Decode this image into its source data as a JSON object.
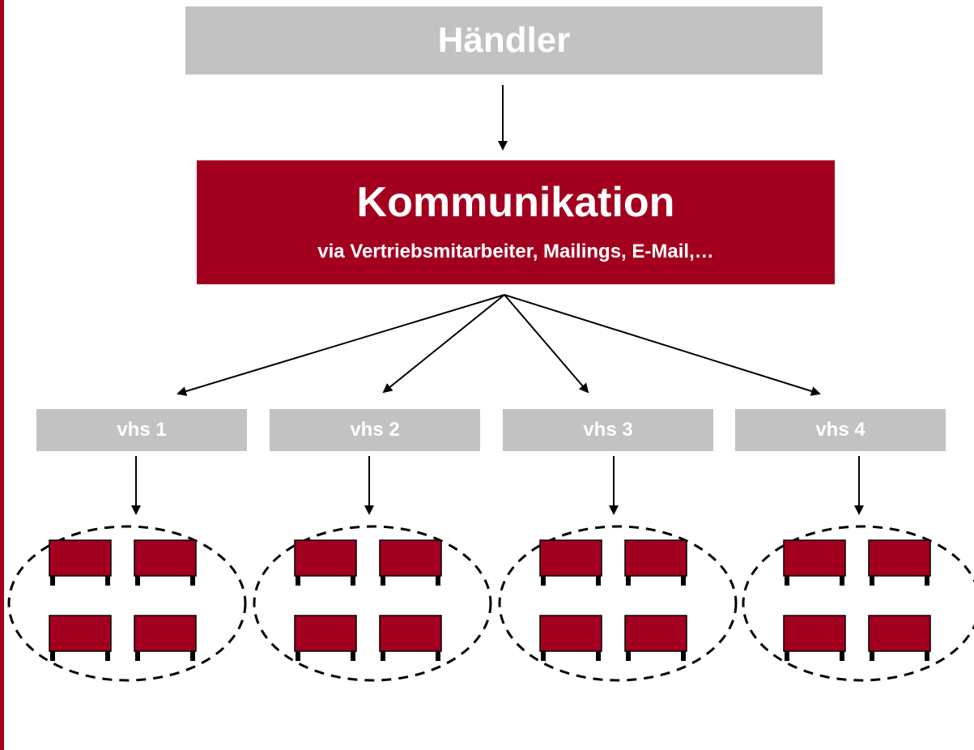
{
  "diagram": {
    "top_node": {
      "label": "Händler"
    },
    "center_node": {
      "title": "Kommunikation",
      "subtitle": "via Vertriebsmitarbeiter, Mailings, E-Mail,…"
    },
    "branch_nodes": [
      {
        "label": "vhs 1",
        "groups": 4
      },
      {
        "label": "vhs 2",
        "groups": 4
      },
      {
        "label": "vhs 3",
        "groups": 4
      },
      {
        "label": "vhs 4",
        "groups": 4
      }
    ],
    "desks_per_cluster": 4
  },
  "colors": {
    "accent": "#a3001f",
    "gray_box": "#c2c2c2",
    "text_on_box": "#ffffff",
    "line": "#000000"
  }
}
